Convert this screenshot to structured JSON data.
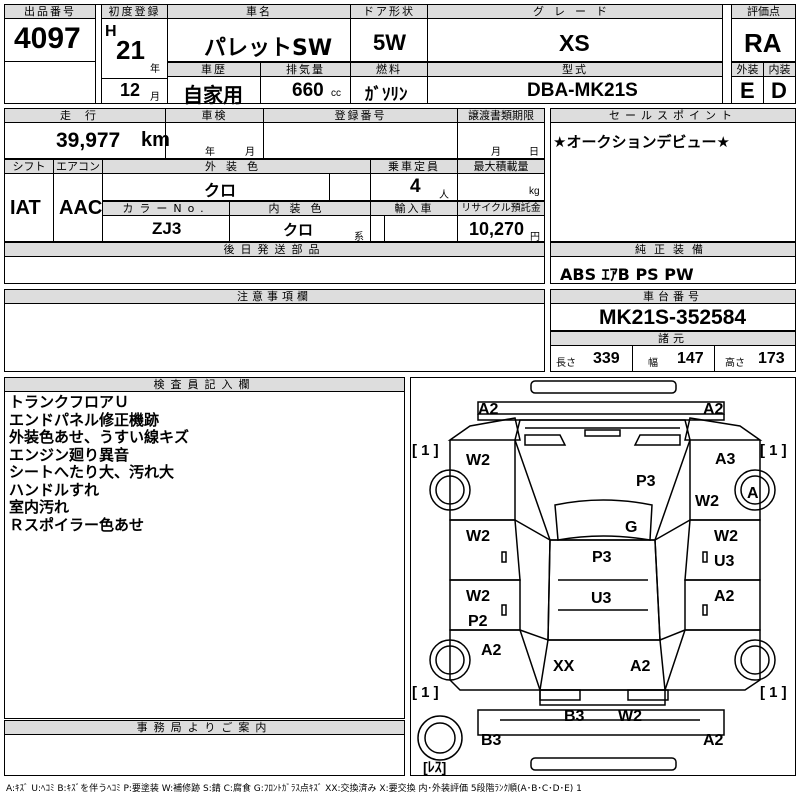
{
  "header": {
    "lot_no_label": "出品番号",
    "lot_no": "4097",
    "first_reg_label": "初度登録",
    "era": "H",
    "year": "21",
    "year_unit": "年",
    "month": "12",
    "month_unit": "月",
    "car_name_label": "車名",
    "car_name": "パレットSW",
    "history_label": "車歴",
    "history": "自家用",
    "displacement_label": "排気量",
    "displacement": "660",
    "displacement_unit": "cc",
    "door_label": "ドア形状",
    "door": "5W",
    "fuel_label": "燃料",
    "fuel": "ｶﾞｿﾘﾝ",
    "grade_label": "グレード",
    "grade": "XS",
    "model_label": "型式",
    "model": "DBA-MK21S",
    "score_label": "評価点",
    "score": "RA",
    "exterior_label": "外装",
    "exterior": "E",
    "interior_label": "内装",
    "interior": "D"
  },
  "row2": {
    "mileage_label": "走行",
    "mileage": "39,977",
    "mileage_unit": "km",
    "inspection_label": "車検",
    "insp_year_unit": "年",
    "insp_month_unit": "月",
    "reg_no_label": "登録番号",
    "transfer_label": "譲渡書類期限",
    "transfer_month_unit": "月",
    "transfer_day_unit": "日",
    "shift_label": "シフト",
    "shift": "IAT",
    "ac_label": "エアコン",
    "ac": "AAC",
    "ext_color_label": "外装色",
    "ext_color": "クロ",
    "capacity_label": "乗車定員",
    "capacity": "4",
    "capacity_unit": "人",
    "max_load_label": "最大積載量",
    "max_load_unit": "kg",
    "color_no_label": "カラーNo.",
    "color_no": "ZJ3",
    "int_color_label": "内装色",
    "int_color": "クロ",
    "int_color_unit": "系",
    "import_label": "輸入車",
    "recycle_label": "リサイクル預託金",
    "recycle": "10,270",
    "recycle_unit": "円",
    "later_parts_label": "後日発送部品"
  },
  "sales": {
    "label": "セールスポイント",
    "text": "★オークションデビュー★"
  },
  "equipment": {
    "label": "純正装備",
    "text": "ABS ｴｱB PS PW"
  },
  "caution": {
    "label": "注意事項欄"
  },
  "chassis": {
    "label": "車台番号",
    "number": "MK21S-352584"
  },
  "specs": {
    "label": "諸元",
    "length_label": "長さ",
    "length": "339",
    "width_label": "幅",
    "width": "147",
    "height_label": "高さ",
    "height": "173"
  },
  "inspector": {
    "label": "検査員記入欄",
    "notes": [
      "トランクフロアＵ",
      "エンドパネル修正機跡",
      "外装色あせ、うすい線キズ",
      "エンジン廻り異音",
      "シートへたり大、汚れ大",
      "ハンドルすれ",
      "室内汚れ",
      "Ｒスポイラー色あせ"
    ]
  },
  "office": {
    "label": "事務局よりご案内"
  },
  "diagram_marks": {
    "front_left": "A2",
    "front_right": "A2",
    "bracket_fl": "[ 1 ]",
    "bracket_fr": "[ 1 ]",
    "fender_left": "W2",
    "fender_right": "A3",
    "bonnet": "P3",
    "right_front_w": "W2",
    "right_wheel": "A",
    "windshield": "G",
    "door_fl": "W2",
    "door_fr": "W2",
    "door_fr_u": "U3",
    "roof": "P3",
    "door_rl_w": "W2",
    "door_rl_p": "P2",
    "door_rr": "A2",
    "rear_floor": "U3",
    "quarter_left": "A2",
    "trunk_xx": "XX",
    "trunk_a2": "A2",
    "bracket_rl": "[ 1 ]",
    "bracket_rr": "[ 1 ]",
    "bumper_b3": "B3",
    "bumper_w2": "W2",
    "rear_left": "B3",
    "rear_right": "A2",
    "spare": "[ﾚｽ]"
  },
  "legend": "A:ｷｽﾞ U:ﾍｺﾐ B:ｷｽﾞを伴うﾍｺﾐ P:要塗装 W:補修跡 S:錆 C:腐食 G:ﾌﾛﾝﾄｶﾞﾗｽ点ｷｽﾞ XX:交換済み X:要交換 内･外装評価 5段階ﾗﾝｸ順(A･B･C･D･E) 1"
}
